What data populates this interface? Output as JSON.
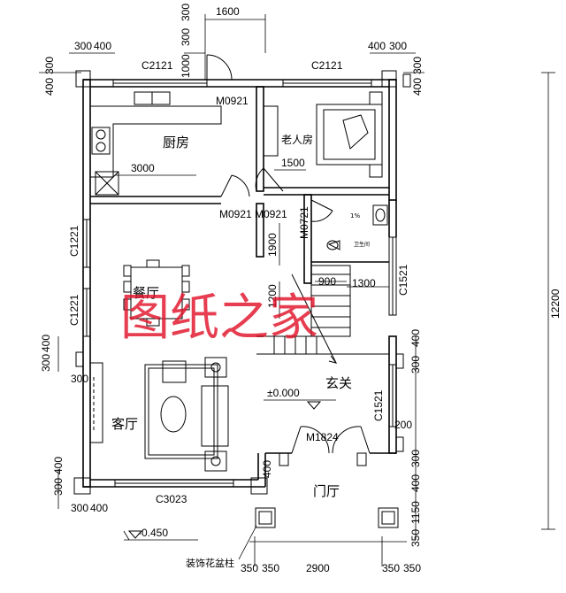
{
  "rooms": {
    "kitchen": "厨房",
    "elder_bedroom": "老人房",
    "dining": "餐厅",
    "living": "客厅",
    "foyer": "玄关",
    "entry_hall": "门厅",
    "bathroom": "卫生间"
  },
  "doors": {
    "kitchen_back": "M0921",
    "kitchen": "M0921",
    "bedroom": "M0921",
    "bathroom": "M0721",
    "main": "M1824"
  },
  "windows": {
    "kitchen": "C2121",
    "bedroom": "C2121",
    "left_upper": "C1221",
    "left_lower": "C1221",
    "right_upper": "C1521",
    "right_lower": "C1521",
    "living_bottom": "C3023"
  },
  "dimensions": {
    "top_width": "1600",
    "top_300a": "300",
    "top_300b": "300",
    "top_1000": "1000",
    "col_300": "300",
    "col_400": "400",
    "kitchen_len": "3000",
    "bedroom_len": "1500",
    "corridor_1900": "1900",
    "stair_1200": "1200",
    "stair_900": "900",
    "bath_1300": "1300",
    "total_depth": "12200",
    "side_300": "300",
    "side_400": "400",
    "side_200": "200",
    "bottom_2900": "2900",
    "bottom_350": "350",
    "bottom_1150": "1150"
  },
  "levels": {
    "floor": "±0.000",
    "outdoor": "-0.450"
  },
  "labels": {
    "planter": "装饰花盆柱",
    "bath_1pct": "1%"
  },
  "watermark": "图纸之家",
  "colors": {
    "lines": "#000000",
    "watermark": "#e0142a"
  }
}
